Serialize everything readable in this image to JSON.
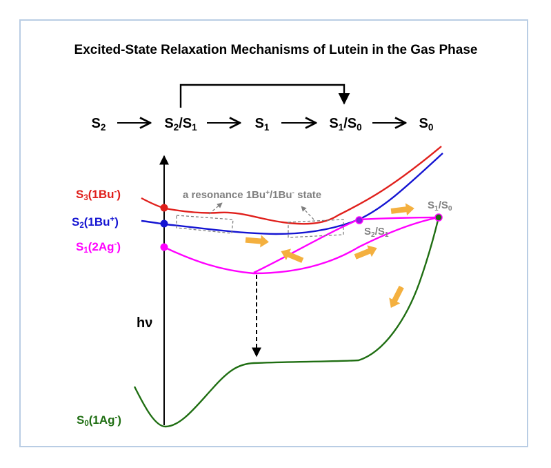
{
  "title": "Excited-State Relaxation Mechanisms of Lutein in the Gas Phase",
  "pathway": [
    {
      "base": "S",
      "sub": "2"
    },
    {
      "base": "S",
      "sub": "2",
      "slash": "/S",
      "sub2": "1"
    },
    {
      "base": "S",
      "sub": "1"
    },
    {
      "base": "S",
      "sub": "1",
      "slash": "/S",
      "sub2": "0"
    },
    {
      "base": "S",
      "sub": "0"
    }
  ],
  "curves": [
    {
      "name": "S3",
      "label_base": "S",
      "label_sub": "3",
      "label_rest": "(1Bu",
      "label_sup": "-",
      "label_end": ")",
      "color": "#e0201c"
    },
    {
      "name": "S2",
      "label_base": "S",
      "label_sub": "2",
      "label_rest": "(1Bu",
      "label_sup": "+",
      "label_end": ")",
      "color": "#1414d2"
    },
    {
      "name": "S1",
      "label_base": "S",
      "label_sub": "1",
      "label_rest": "(2Ag",
      "label_sup": "-",
      "label_end": ")",
      "color": "#ff00ff"
    },
    {
      "name": "S0",
      "label_base": "S",
      "label_sub": "0",
      "label_rest": "(1Ag",
      "label_sup": "-",
      "label_end": ")",
      "color": "#1f6e12"
    }
  ],
  "resonance": {
    "pre": "a resonance 1Bu",
    "sup1": "+",
    "mid": "/1Bu",
    "sup2": "-",
    "post": " state"
  },
  "ci_s2s1": {
    "base": "S",
    "sub": "2",
    "slash": "/S",
    "sub2": "1"
  },
  "ci_s1s0": {
    "base": "S",
    "sub": "1",
    "slash": "/S",
    "sub2": "0"
  },
  "excitation_label": "hν",
  "colors": {
    "arrow": "#f4b03f",
    "frame": "#b9cde4",
    "dashed": "#7f7f7f",
    "ci_fill_s2s1": "#8a1ee0",
    "ci_fill_s1s0": "#1f6e12"
  }
}
